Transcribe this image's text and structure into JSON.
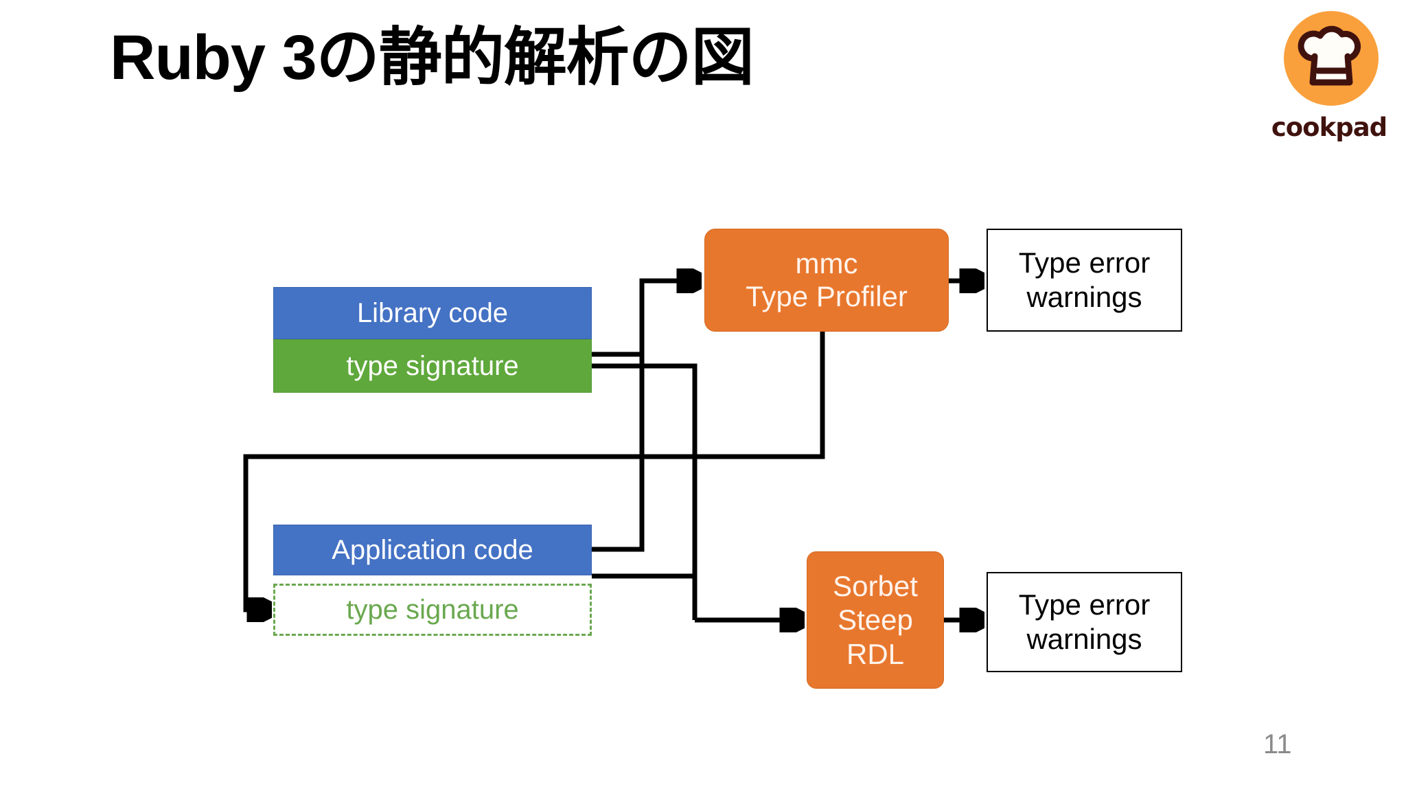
{
  "slide": {
    "title": "Ruby 3の静的解析の図",
    "page_number": "11",
    "background_color": "#ffffff"
  },
  "logo": {
    "name": "cookpad-logo",
    "wordmark": "cookpad",
    "circle_color": "#F9A03C",
    "mark_color": "#40120E",
    "icon": "chef-hat-icon"
  },
  "diagram": {
    "type": "flowchart",
    "nodes": [
      {
        "id": "library-code",
        "label": "Library code",
        "fill": "#4472C4",
        "text_color": "#ffffff",
        "shape": "rect"
      },
      {
        "id": "library-sig",
        "label": "type signature",
        "fill": "#5FA83C",
        "text_color": "#ffffff",
        "shape": "rect"
      },
      {
        "id": "application-code",
        "label": "Application code",
        "fill": "#4472C4",
        "text_color": "#ffffff",
        "shape": "rect"
      },
      {
        "id": "application-sig",
        "label": "type signature",
        "fill": "#ffffff",
        "text_color": "#6AA84F",
        "shape": "dashed-rect",
        "border_color": "#6AA84F"
      },
      {
        "id": "mmc-type-profiler",
        "label_line1": "mmc",
        "label_line2": "Type Profiler",
        "fill": "#E8772E",
        "text_color": "#FFF4EC",
        "shape": "rounded-rect"
      },
      {
        "id": "sorbet-steep-rdl",
        "label_line1": "Sorbet",
        "label_line2": "Steep",
        "label_line3": "RDL",
        "fill": "#E8772E",
        "text_color": "#FFF4EC",
        "shape": "rounded-rect"
      },
      {
        "id": "type-error-warnings-top",
        "label_line1": "Type error",
        "label_line2": "warnings",
        "fill": "#ffffff",
        "text_color": "#000000",
        "shape": "rect",
        "border_color": "#000000"
      },
      {
        "id": "type-error-warnings-bottom",
        "label_line1": "Type error",
        "label_line2": "warnings",
        "fill": "#ffffff",
        "text_color": "#000000",
        "shape": "rect",
        "border_color": "#000000"
      }
    ],
    "edges": [
      {
        "from": "library-sig",
        "to": "mmc-type-profiler",
        "arrow": true
      },
      {
        "from": "library-sig",
        "to": "sorbet-steep-rdl",
        "arrow": true
      },
      {
        "from": "application-code",
        "to": "mmc-type-profiler",
        "arrow": true
      },
      {
        "from": "application-code",
        "to": "sorbet-steep-rdl",
        "arrow": true
      },
      {
        "from": "mmc-type-profiler",
        "to": "type-error-warnings-top",
        "arrow": true
      },
      {
        "from": "mmc-type-profiler",
        "to": "application-sig",
        "arrow": true
      },
      {
        "from": "sorbet-steep-rdl",
        "to": "type-error-warnings-bottom",
        "arrow": true
      }
    ],
    "edge_color": "#000000"
  }
}
